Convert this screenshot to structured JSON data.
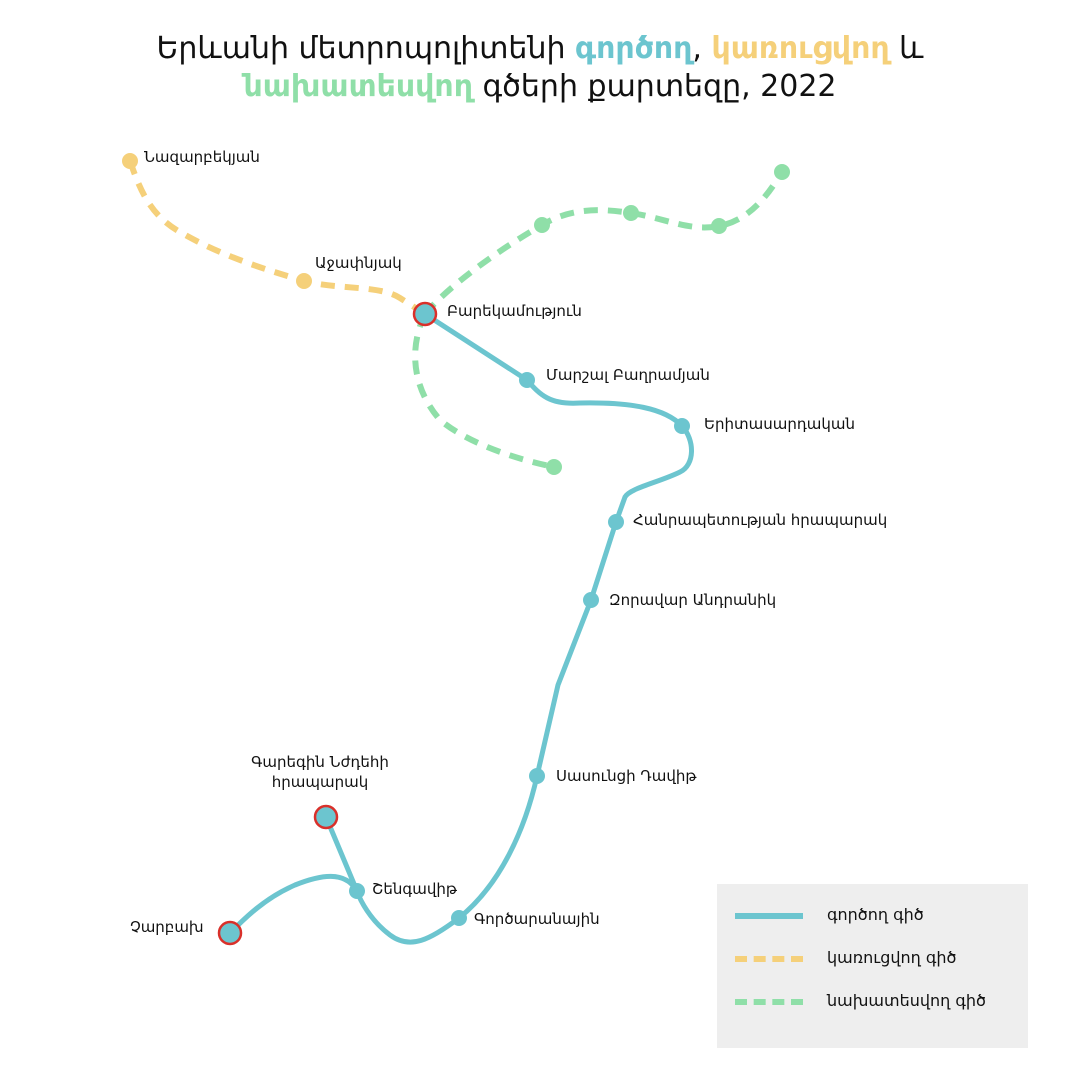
{
  "title": {
    "part1": "Երևանի մետրոպոլիտենի ",
    "operating": "գործող",
    "sep1": ", ",
    "under_construction": "կառուցվող",
    "sep2": " և",
    "planned": "նախատեսվող",
    "part2": " գծերի քարտեզը, 2022"
  },
  "colors": {
    "operating": "#6cc5cf",
    "under_construction": "#f5d07a",
    "planned": "#8fdfa8",
    "terminal_outline": "#d9302a"
  },
  "stations": {
    "nazarbekyan": "Նազարբեկյան",
    "ajapnyak": "Աջափնյակ",
    "barekamutyun": "Բարեկամություն",
    "marshal_baghramyan": "Մարշալ Բաղրամյան",
    "eritasardakan": "Երիտասարդական",
    "hanrapetutyan": "Հանրապետության հրապարակ",
    "zoravar_andranik": "Զորավար Անդրանիկ",
    "sasuntsi_davit": "Սասունցի Դավիթ",
    "garegin_line1": "Գարեգին Նժդեհի",
    "garegin_line2": "հրապարակ",
    "shengavit": "Շենգավիթ",
    "gortsaranayin": "Գործարանային",
    "charbakh": "Չարբախ"
  },
  "legend": {
    "operating": "գործող գիծ",
    "under_construction": "կառուցվող գիծ",
    "planned": "նախատեսվող գիծ"
  }
}
